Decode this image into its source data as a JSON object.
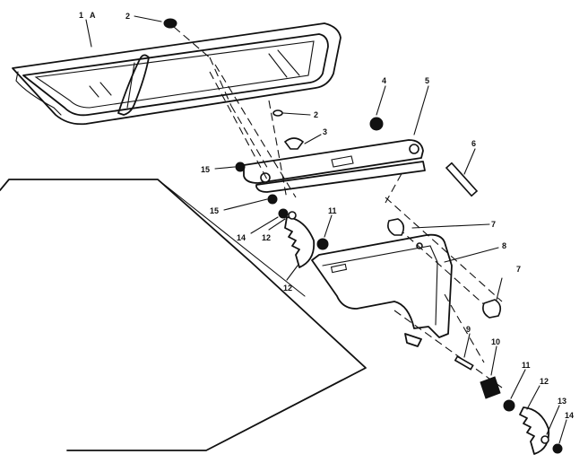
{
  "callouts": {
    "c1": "1",
    "c1a": "A",
    "c2a": "2",
    "c2b": "2",
    "c3": "3",
    "c4": "4",
    "c5": "5",
    "c6": "6",
    "c7a": "7",
    "c7b": "7",
    "c8": "8",
    "c9": "9",
    "c10": "10",
    "c11a": "11",
    "c11b": "11",
    "c12a": "12",
    "c12b": "12",
    "c12c": "12",
    "c13": "13",
    "c14a": "14",
    "c14b": "14",
    "c15a": "15",
    "c15b": "15"
  }
}
